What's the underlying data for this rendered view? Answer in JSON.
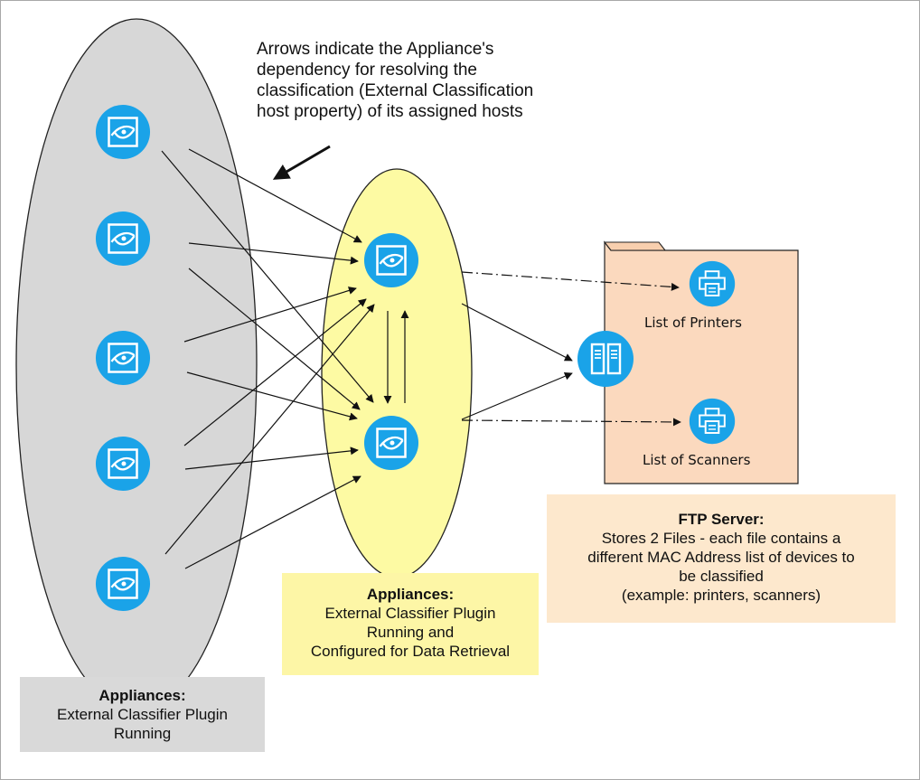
{
  "annotation": "Arrows indicate the Appliance's\ndependency for resolving the\nclassification (External Classification\nhost property) of its assigned hosts",
  "left_group": {
    "title": "Appliances:",
    "body": "External Classifier Plugin\nRunning"
  },
  "middle_group": {
    "title": "Appliances:",
    "body": "External Classifier Plugin\nRunning and\nConfigured for Data Retrieval"
  },
  "ftp_server": {
    "title": "FTP Server:",
    "body": "Stores 2 Files - each file contains a\ndifferent MAC Address list of devices to\nbe classified\n(example: printers, scanners)"
  },
  "files": [
    "List of Printers",
    "List of Scanners"
  ],
  "icons": {
    "appliance": "appliance-eye-icon",
    "server": "server-icon",
    "printer": "printer-icon"
  },
  "colors": {
    "icon_blue": "#1aa3e8",
    "left_group_fill": "#d7d7d7",
    "middle_group_fill": "#fdfaa3",
    "folder_fill": "#fbd9be",
    "label_box_yellow": "#fdf6a6",
    "label_box_peach": "#fde8cd",
    "label_box_gray": "#d9d9d9"
  }
}
